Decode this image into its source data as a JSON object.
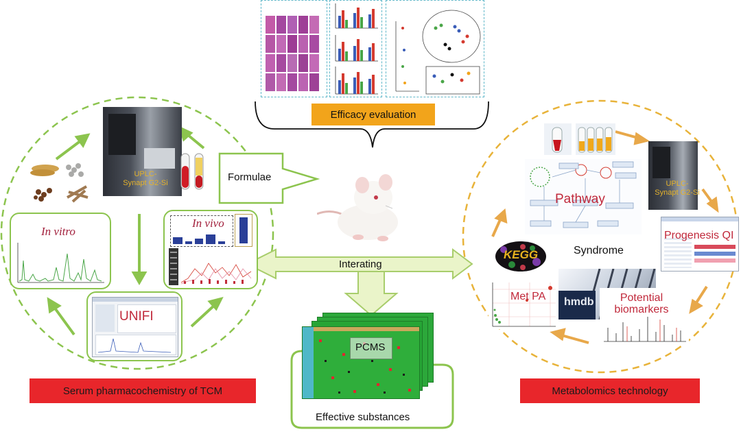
{
  "top": {
    "efficacy_label": "Efficacy evaluation"
  },
  "center": {
    "formulae_label": "Formulae",
    "interacting_label": "Interating",
    "pcms_label": "PCMS",
    "effective_label": "Effective substances"
  },
  "left": {
    "instrument_label": "UPLC-\nSynapt G2-Si",
    "in_vitro_label": "In vitro",
    "in_vivo_label": "In vivo",
    "unifi_label": "UNIFI",
    "banner_label": "Serum pharmacochemistry of TCM"
  },
  "right": {
    "instrument_label": "UPLC-\nSynapt G2-Si",
    "pathway_label": "Pathway",
    "progenesis_label": "Progenesis QI",
    "syndrome_label": "Syndrome",
    "kegg_label": "KEGG",
    "metpa_label": "Met PA",
    "hmdb_label": "hmdb",
    "biomarkers_label": "Potential\nbiomarkers",
    "banner_label": "Metabolomics technology"
  },
  "colors": {
    "green_dash": "#8cc44e",
    "orange_dash": "#e8b33a",
    "red_banner": "#e8262b",
    "orange_box": "#f2a41b",
    "arrow_green": "#8cc44e",
    "arrow_orange": "#e8a84a"
  }
}
